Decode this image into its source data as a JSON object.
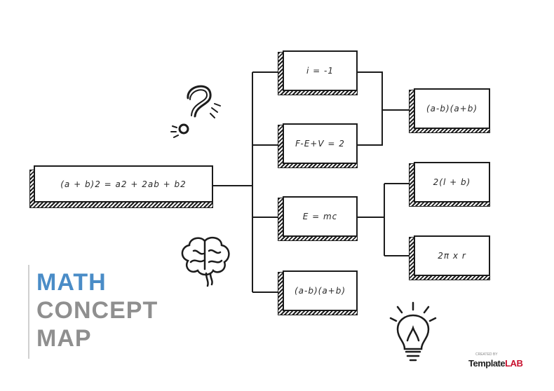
{
  "title": {
    "line1": "MATH",
    "line2": "CONCEPT",
    "line3": "MAP",
    "color1": "#4a8cc7",
    "color_rest": "#8f8f8f"
  },
  "nodes": {
    "root": "(a + b)2 = a2 + 2ab + b2",
    "b1": "i = -1",
    "b2": "F-E+V = 2",
    "b3": "E = mc",
    "b4": "(a-b)(a+b)",
    "c1": "(a-b)(a+b)",
    "c2": "2(l + b)",
    "c3": "2π x r"
  },
  "icons": [
    "question-mark-icon",
    "brain-icon",
    "lightbulb-icon"
  ],
  "logo": {
    "prefix": "Template",
    "suffix": "LAB",
    "small": "CREATED BY",
    "accent": "#c8102e"
  }
}
